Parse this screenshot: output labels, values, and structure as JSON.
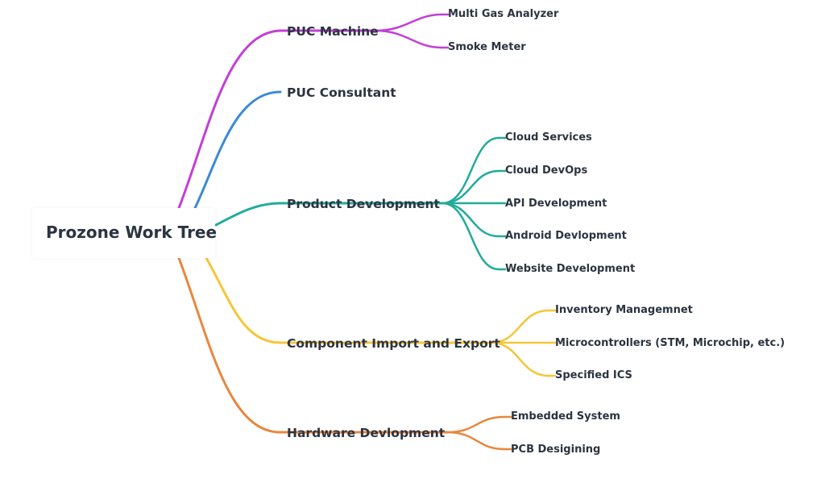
{
  "root": {
    "label": "Prozone Work Tree"
  },
  "branches": [
    {
      "label": "PUC Machine",
      "color": "#c23fd6",
      "children": [
        "Multi Gas Analyzer",
        "Smoke Meter"
      ]
    },
    {
      "label": "PUC Consultant",
      "color": "#3a8ad8",
      "children": []
    },
    {
      "label": "Product Development",
      "color": "#23ab9a",
      "children": [
        "Cloud Services",
        "Cloud DevOps",
        "API Development",
        "Android Devlopment",
        "Website Development"
      ]
    },
    {
      "label": "Component Import and Export",
      "color": "#f5c638",
      "children": [
        "Inventory Managemnet",
        "Microcontrollers (STM, Microchip, etc.)",
        "Specified ICS"
      ]
    },
    {
      "label": "Hardware Devlopment",
      "color": "#e8873d",
      "children": [
        "Embedded System",
        "PCB Desigining"
      ]
    }
  ]
}
